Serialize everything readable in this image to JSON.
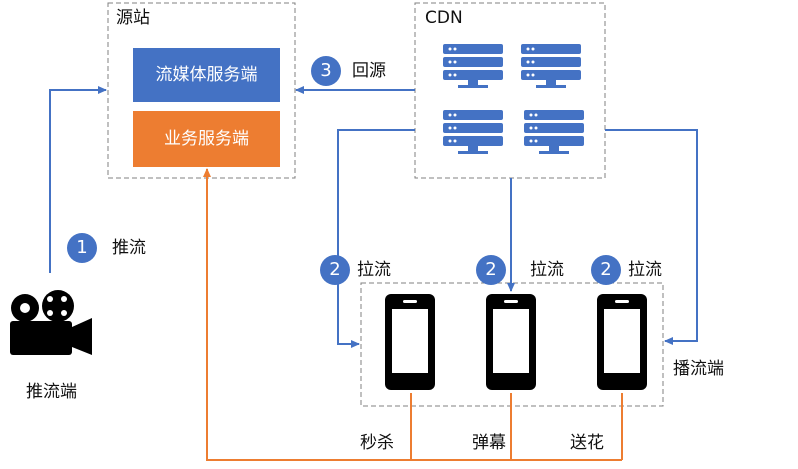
{
  "origin": {
    "title": "源站",
    "streaming_server": "流媒体服务端",
    "business_server": "业务服务端"
  },
  "cdn": {
    "title": "CDN"
  },
  "steps": {
    "push": {
      "number": "1",
      "label": "推流"
    },
    "pull": {
      "number": "2",
      "label": "拉流"
    },
    "back_to_origin": {
      "number": "3",
      "label": "回源"
    }
  },
  "clients": {
    "push_client": "推流端",
    "play_client": "播流端"
  },
  "interactions": {
    "seckill": "秒杀",
    "danmaku": "弹幕",
    "gift": "送花"
  },
  "colors": {
    "blue": "#4472c4",
    "orange": "#ed7d31",
    "dashed_border": "#808080",
    "black": "#000000"
  }
}
